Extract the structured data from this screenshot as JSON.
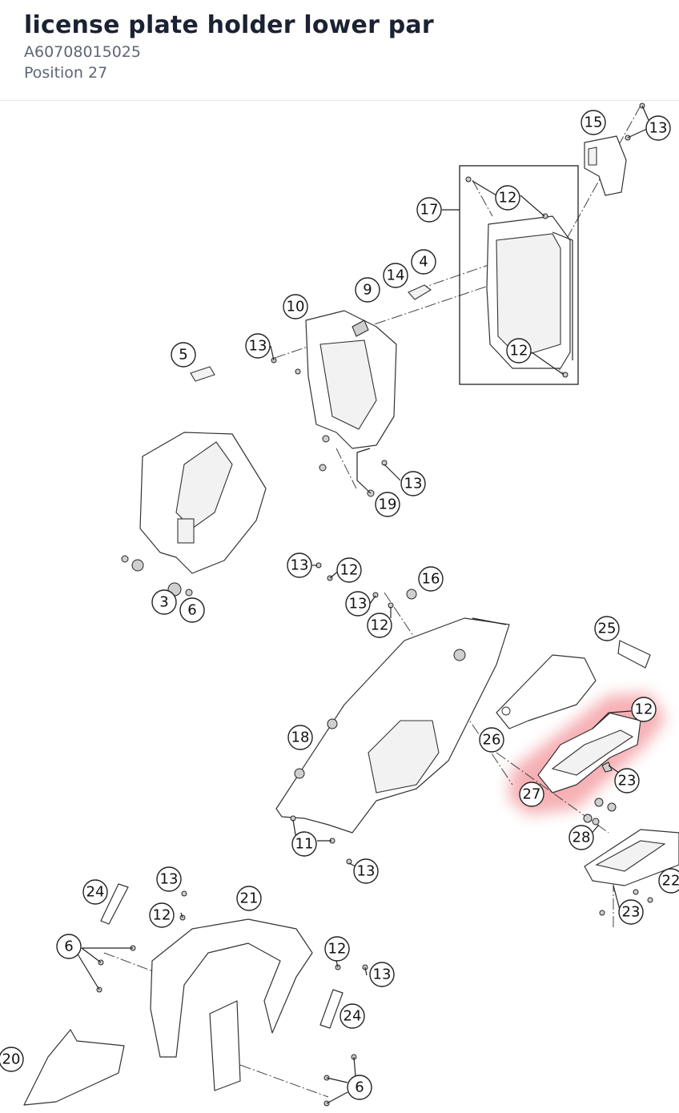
{
  "header": {
    "title": "license plate holder lower par",
    "part_number": "A60708015025",
    "position": "Position 27"
  },
  "diagram": {
    "highlight_color": "#e8333c",
    "highlighted_callout": "27",
    "callouts": [
      "15",
      "13",
      "12",
      "17",
      "4",
      "14",
      "9",
      "10",
      "13",
      "5",
      "12",
      "13",
      "19",
      "13",
      "12",
      "16",
      "13",
      "12",
      "3",
      "6",
      "25",
      "12",
      "26",
      "18",
      "23",
      "27",
      "28",
      "11",
      "13",
      "22",
      "23",
      "24",
      "13",
      "21",
      "12",
      "6",
      "12",
      "13",
      "24",
      "20",
      "6"
    ]
  }
}
